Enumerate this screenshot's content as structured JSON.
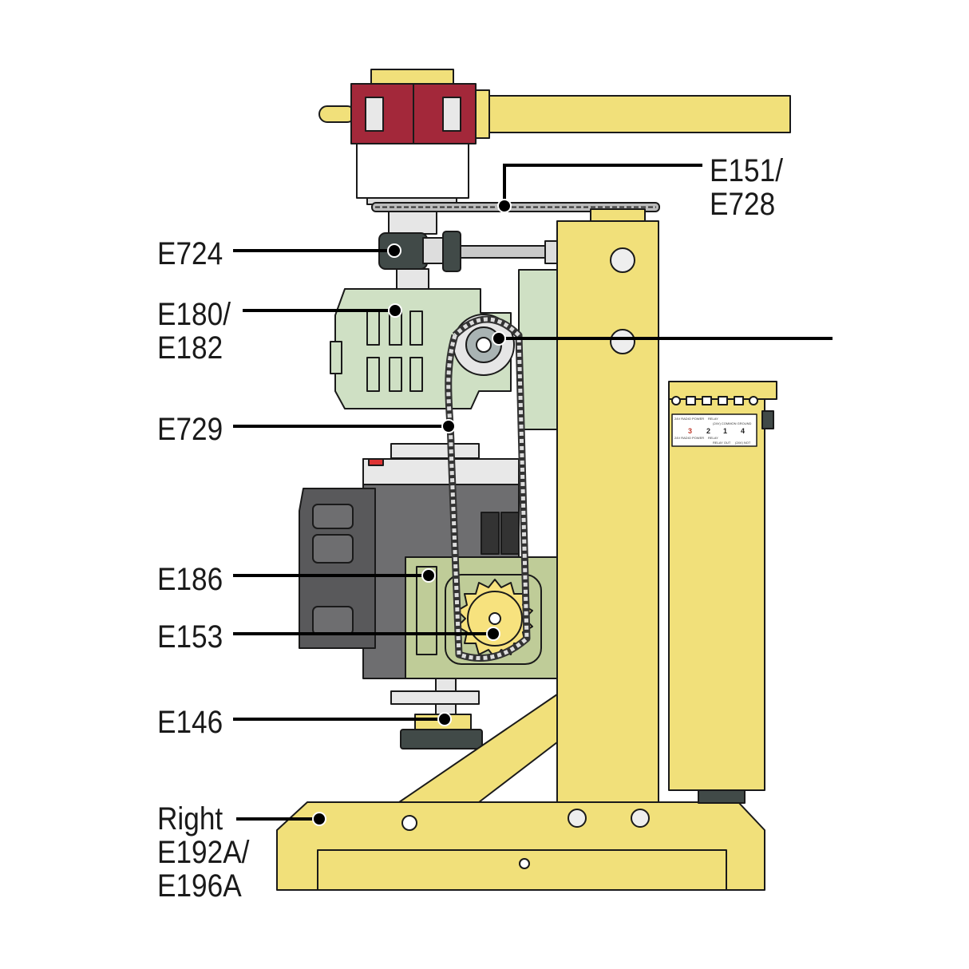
{
  "colors": {
    "frame_yellow": "#f1e07a",
    "clamp_red": "#a3283a",
    "gearbox_green": "#cfe0c4",
    "lower_gearbox": "#bfcc98",
    "motor_grey": "#6e6e70",
    "sprocket": "#f7e27e",
    "outline": "#1a1a1a"
  },
  "labels": [
    {
      "id": "e151",
      "lines": [
        "E151/",
        "E728"
      ]
    },
    {
      "id": "e724",
      "lines": [
        "E724"
      ]
    },
    {
      "id": "e180",
      "lines": [
        "E180/",
        "E182"
      ]
    },
    {
      "id": "e729",
      "lines": [
        "E729"
      ]
    },
    {
      "id": "e186",
      "lines": [
        "E186"
      ]
    },
    {
      "id": "e153",
      "lines": [
        "E153"
      ]
    },
    {
      "id": "e146",
      "lines": [
        "E146"
      ]
    },
    {
      "id": "base",
      "lines": [
        "Right",
        "E192A/",
        "E196A"
      ]
    }
  ],
  "terminal_label": {
    "top_row": [
      "24V RADIO POWER",
      "RELAY",
      "(24V) COMMON GROUND"
    ],
    "numbers": [
      "3",
      "2",
      "1",
      "4"
    ],
    "bottom_row": [
      "24V RADIO POWER",
      "RELAY",
      "RELAY OUT",
      "(24V) NOT"
    ]
  }
}
